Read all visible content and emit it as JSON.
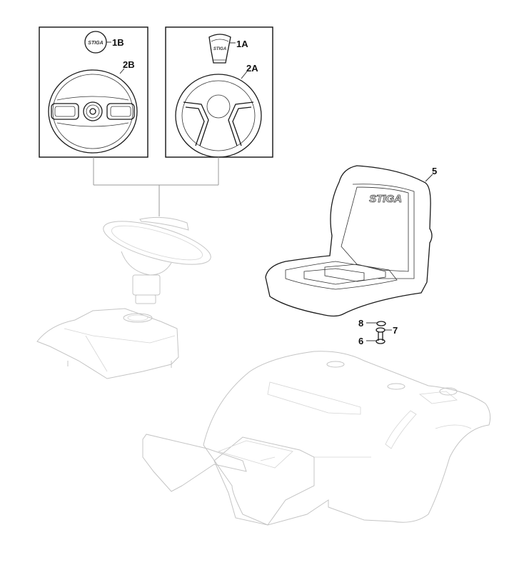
{
  "diagram": {
    "type": "exploded-parts-diagram",
    "brand_logo_text": "STIGA",
    "parts": [
      {
        "ref": "1A",
        "name": "steering wheel cap (4-spoke)",
        "panel": "variant-a"
      },
      {
        "ref": "1B",
        "name": "steering wheel cap (round)",
        "panel": "variant-b"
      },
      {
        "ref": "2A",
        "name": "steering wheel (4-spoke)",
        "panel": "variant-a"
      },
      {
        "ref": "2B",
        "name": "steering wheel (2-spoke)",
        "panel": "variant-b"
      },
      {
        "ref": "5",
        "name": "seat"
      },
      {
        "ref": "6",
        "name": "bolt"
      },
      {
        "ref": "7",
        "name": "washer"
      },
      {
        "ref": "8",
        "name": "washer"
      }
    ],
    "labels": {
      "l1A": "1A",
      "l1B": "1B",
      "l2A": "2A",
      "l2B": "2B",
      "l5": "5",
      "l6": "6",
      "l7": "7",
      "l8": "8"
    },
    "colors": {
      "ink": "#111111",
      "ghost": "#c4c4c4",
      "background": "#ffffff"
    }
  }
}
